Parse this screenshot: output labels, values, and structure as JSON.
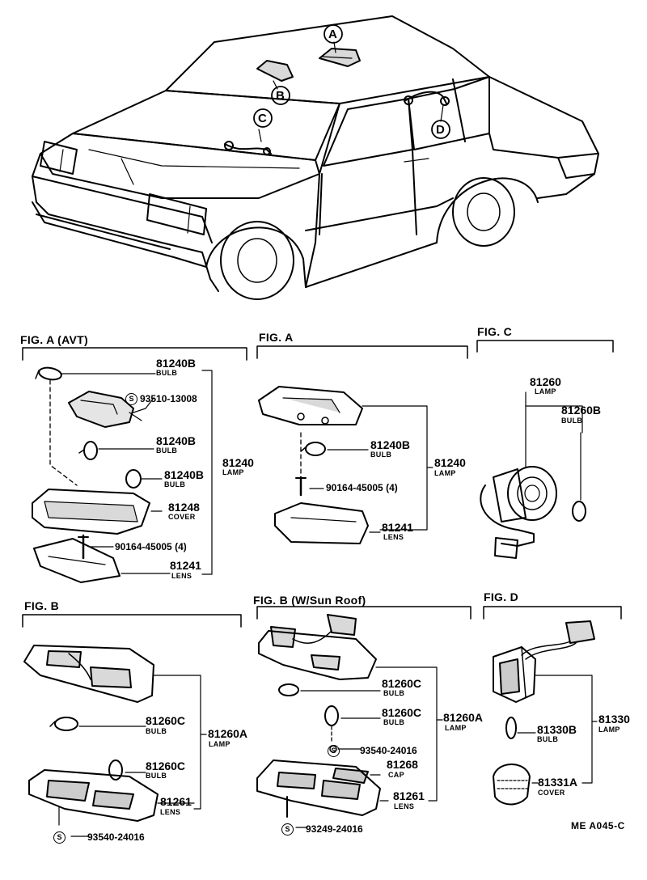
{
  "callouts": {
    "A": "A",
    "B": "B",
    "C": "C",
    "D": "D"
  },
  "figures": {
    "fig_a_avt": {
      "title": "FIG. A (AVT)",
      "parts": [
        {
          "pn": "81240B",
          "name": "BULB"
        },
        {
          "pn": "93510-13008",
          "name": "",
          "s": "S"
        },
        {
          "pn": "81240B",
          "name": "BULB"
        },
        {
          "pn": "81240B",
          "name": "BULB"
        },
        {
          "pn": "81248",
          "name": "COVER"
        },
        {
          "pn": "90164-45005 (4)",
          "name": ""
        },
        {
          "pn": "81241",
          "name": "LENS"
        }
      ],
      "assembly": {
        "pn": "81240",
        "name": "LAMP"
      }
    },
    "fig_a": {
      "title": "FIG. A",
      "parts": [
        {
          "pn": "81240B",
          "name": "BULB"
        },
        {
          "pn": "90164-45005 (4)",
          "name": ""
        },
        {
          "pn": "81241",
          "name": "LENS"
        }
      ],
      "assembly": {
        "pn": "81240",
        "name": "LAMP"
      }
    },
    "fig_c": {
      "title": "FIG. C",
      "parts": [
        {
          "pn": "81260",
          "name": "LAMP"
        },
        {
          "pn": "81260B",
          "name": "BULB"
        }
      ]
    },
    "fig_b": {
      "title": "FIG. B",
      "parts": [
        {
          "pn": "81260C",
          "name": "BULB"
        },
        {
          "pn": "81260C",
          "name": "BULB"
        },
        {
          "pn": "81261",
          "name": "LENS"
        },
        {
          "pn": "93540-24016",
          "name": "",
          "s": "S"
        }
      ],
      "assembly": {
        "pn": "81260A",
        "name": "LAMP"
      }
    },
    "fig_b_sunroof": {
      "title": "FIG. B (W/Sun Roof)",
      "parts": [
        {
          "pn": "81260C",
          "name": "BULB"
        },
        {
          "pn": "81260C",
          "name": "BULB"
        },
        {
          "pn": "93540-24016",
          "name": "",
          "s": "S"
        },
        {
          "pn": "81268",
          "name": "CAP"
        },
        {
          "pn": "81261",
          "name": "LENS"
        },
        {
          "pn": "93249-24016",
          "name": "",
          "s": "S"
        }
      ],
      "assembly": {
        "pn": "81260A",
        "name": "LAMP"
      }
    },
    "fig_d": {
      "title": "FIG. D",
      "parts": [
        {
          "pn": "81330B",
          "name": "BULB"
        },
        {
          "pn": "81331A",
          "name": "COVER"
        }
      ],
      "assembly": {
        "pn": "81330",
        "name": "LAMP"
      }
    }
  },
  "reference": "ME  A045-C"
}
